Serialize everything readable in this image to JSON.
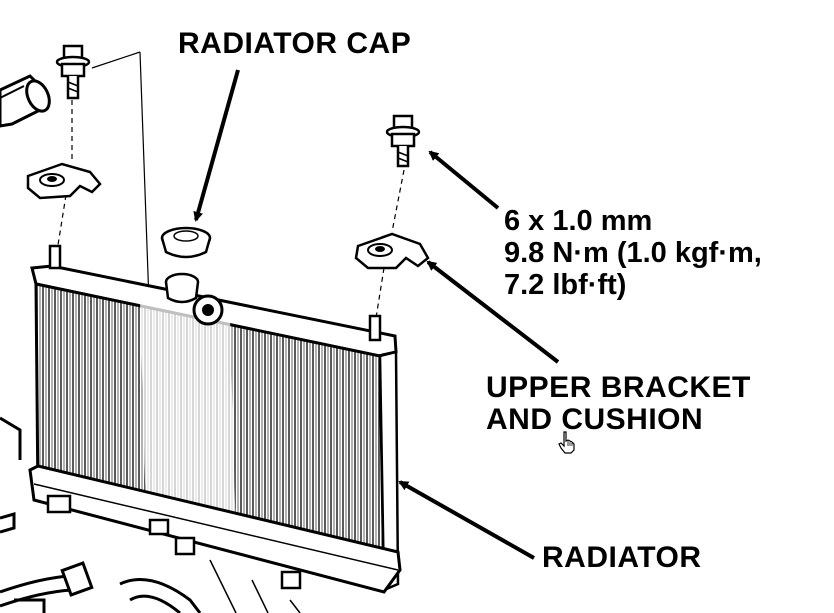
{
  "labels": {
    "radiator_cap": "RADIATOR CAP",
    "spec_line1": "6 x 1.0 mm",
    "spec_line2": "9.8 N·m (1.0 kgf·m,",
    "spec_line3": "7.2 lbf·ft)",
    "upper_bracket_line1": "UPPER BRACKET",
    "upper_bracket_line2": "AND CUSHION",
    "radiator": "RADIATOR"
  },
  "colors": {
    "ink": "#000000",
    "paper": "#ffffff"
  },
  "icons": {
    "cursor": "hand-pointer-icon"
  }
}
